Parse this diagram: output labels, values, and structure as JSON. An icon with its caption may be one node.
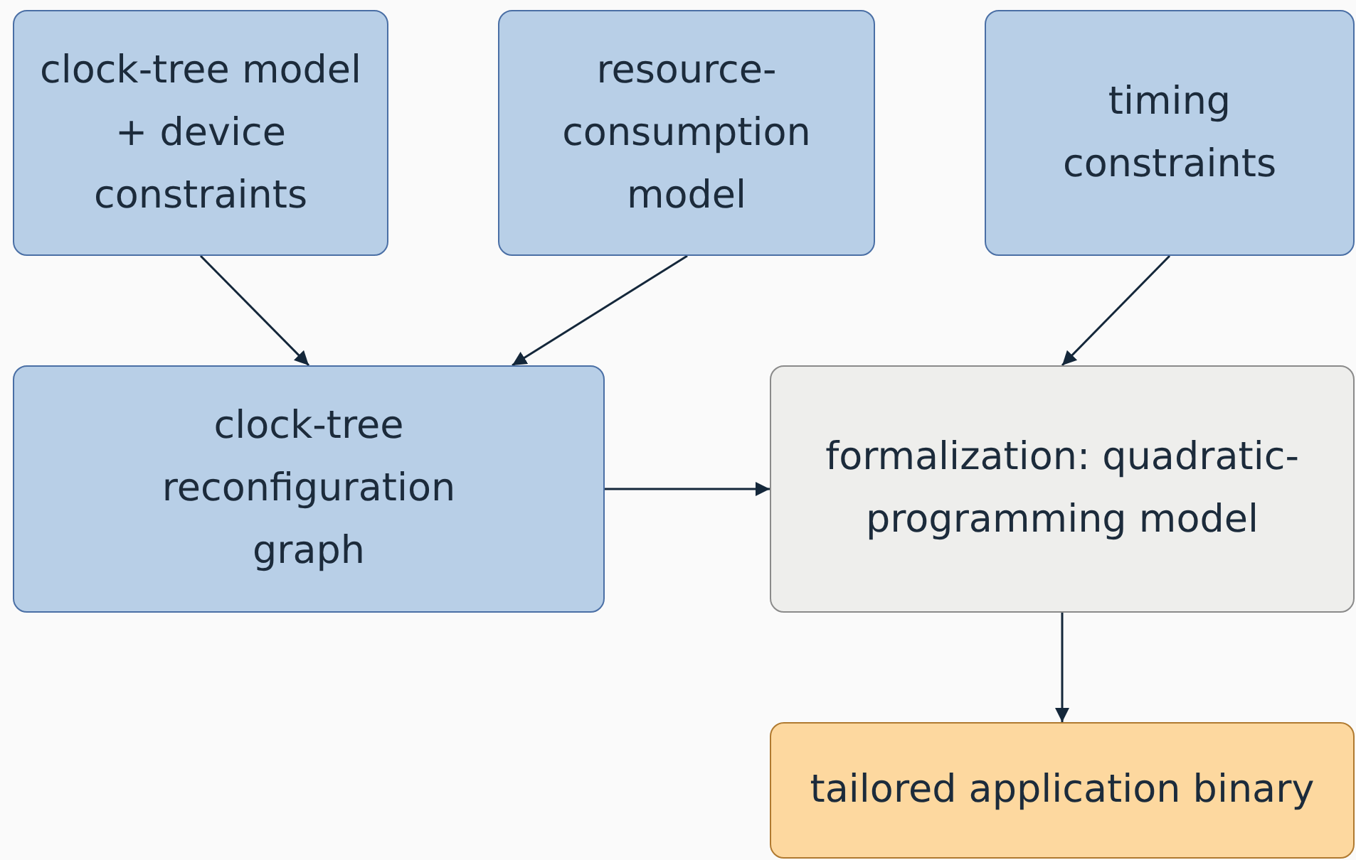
{
  "diagram": {
    "nodes": [
      {
        "text": [
          "clock-tree model + device constraints"
        ]
      },
      {
        "text": [
          "resource-consumption model"
        ]
      },
      {
        "text": [
          "timing constraints"
        ]
      },
      {
        "text": [
          "clock-tree reconfiguration graph"
        ]
      },
      {
        "text": [
          "formalization: quadratic-programming model"
        ]
      },
      {
        "text": [
          "tailored application binary"
        ]
      }
    ],
    "edges": [
      {
        "from": 0,
        "to": 3,
        "arrow": "to"
      },
      {
        "from": 1,
        "to": 3,
        "arrow": "to"
      },
      {
        "from": 2,
        "to": 4,
        "arrow": "to"
      },
      {
        "from": 3,
        "to": 4,
        "arrow": "to"
      },
      {
        "from": 4,
        "to": 5,
        "arrow": "to"
      }
    ]
  }
}
